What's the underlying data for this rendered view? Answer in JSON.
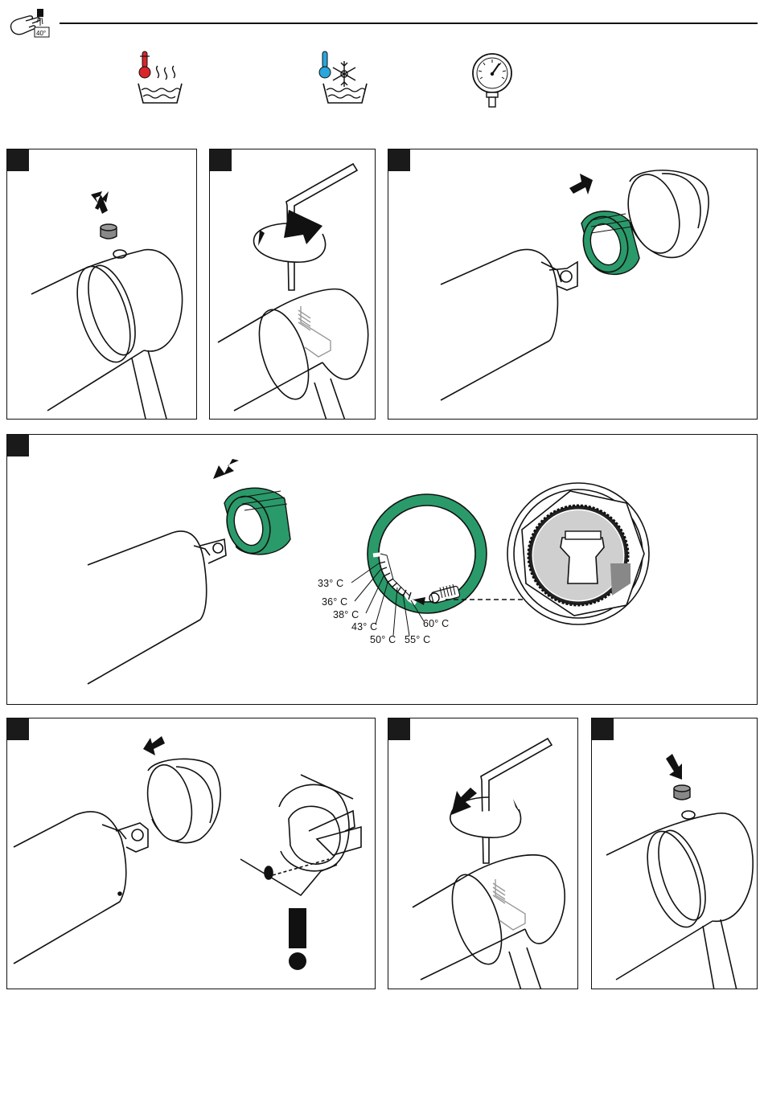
{
  "header": {
    "icons": [
      {
        "name": "hand-thermometer-40-icon",
        "label": "40°"
      },
      {
        "name": "hot-water-icon"
      },
      {
        "name": "cold-water-icon"
      },
      {
        "name": "pressure-gauge-icon"
      }
    ]
  },
  "colors": {
    "accent_green": "#2a9a6a",
    "hot_red": "#d8262a",
    "cold_blue": "#2aa6dc",
    "line": "#111111"
  },
  "steps": [
    {
      "name": "remove-cap-step"
    },
    {
      "name": "hex-key-loosen-step"
    },
    {
      "name": "pull-off-sleeve-and-ring-step"
    },
    {
      "name": "set-temperature-ring-step"
    },
    {
      "name": "refit-sleeve-step"
    },
    {
      "name": "hex-key-tighten-step"
    },
    {
      "name": "insert-cap-step"
    }
  ],
  "temperature_scale": {
    "labels": [
      "33° C",
      "36° C",
      "38° C",
      "43° C",
      "50° C",
      "55° C",
      "60° C"
    ]
  }
}
